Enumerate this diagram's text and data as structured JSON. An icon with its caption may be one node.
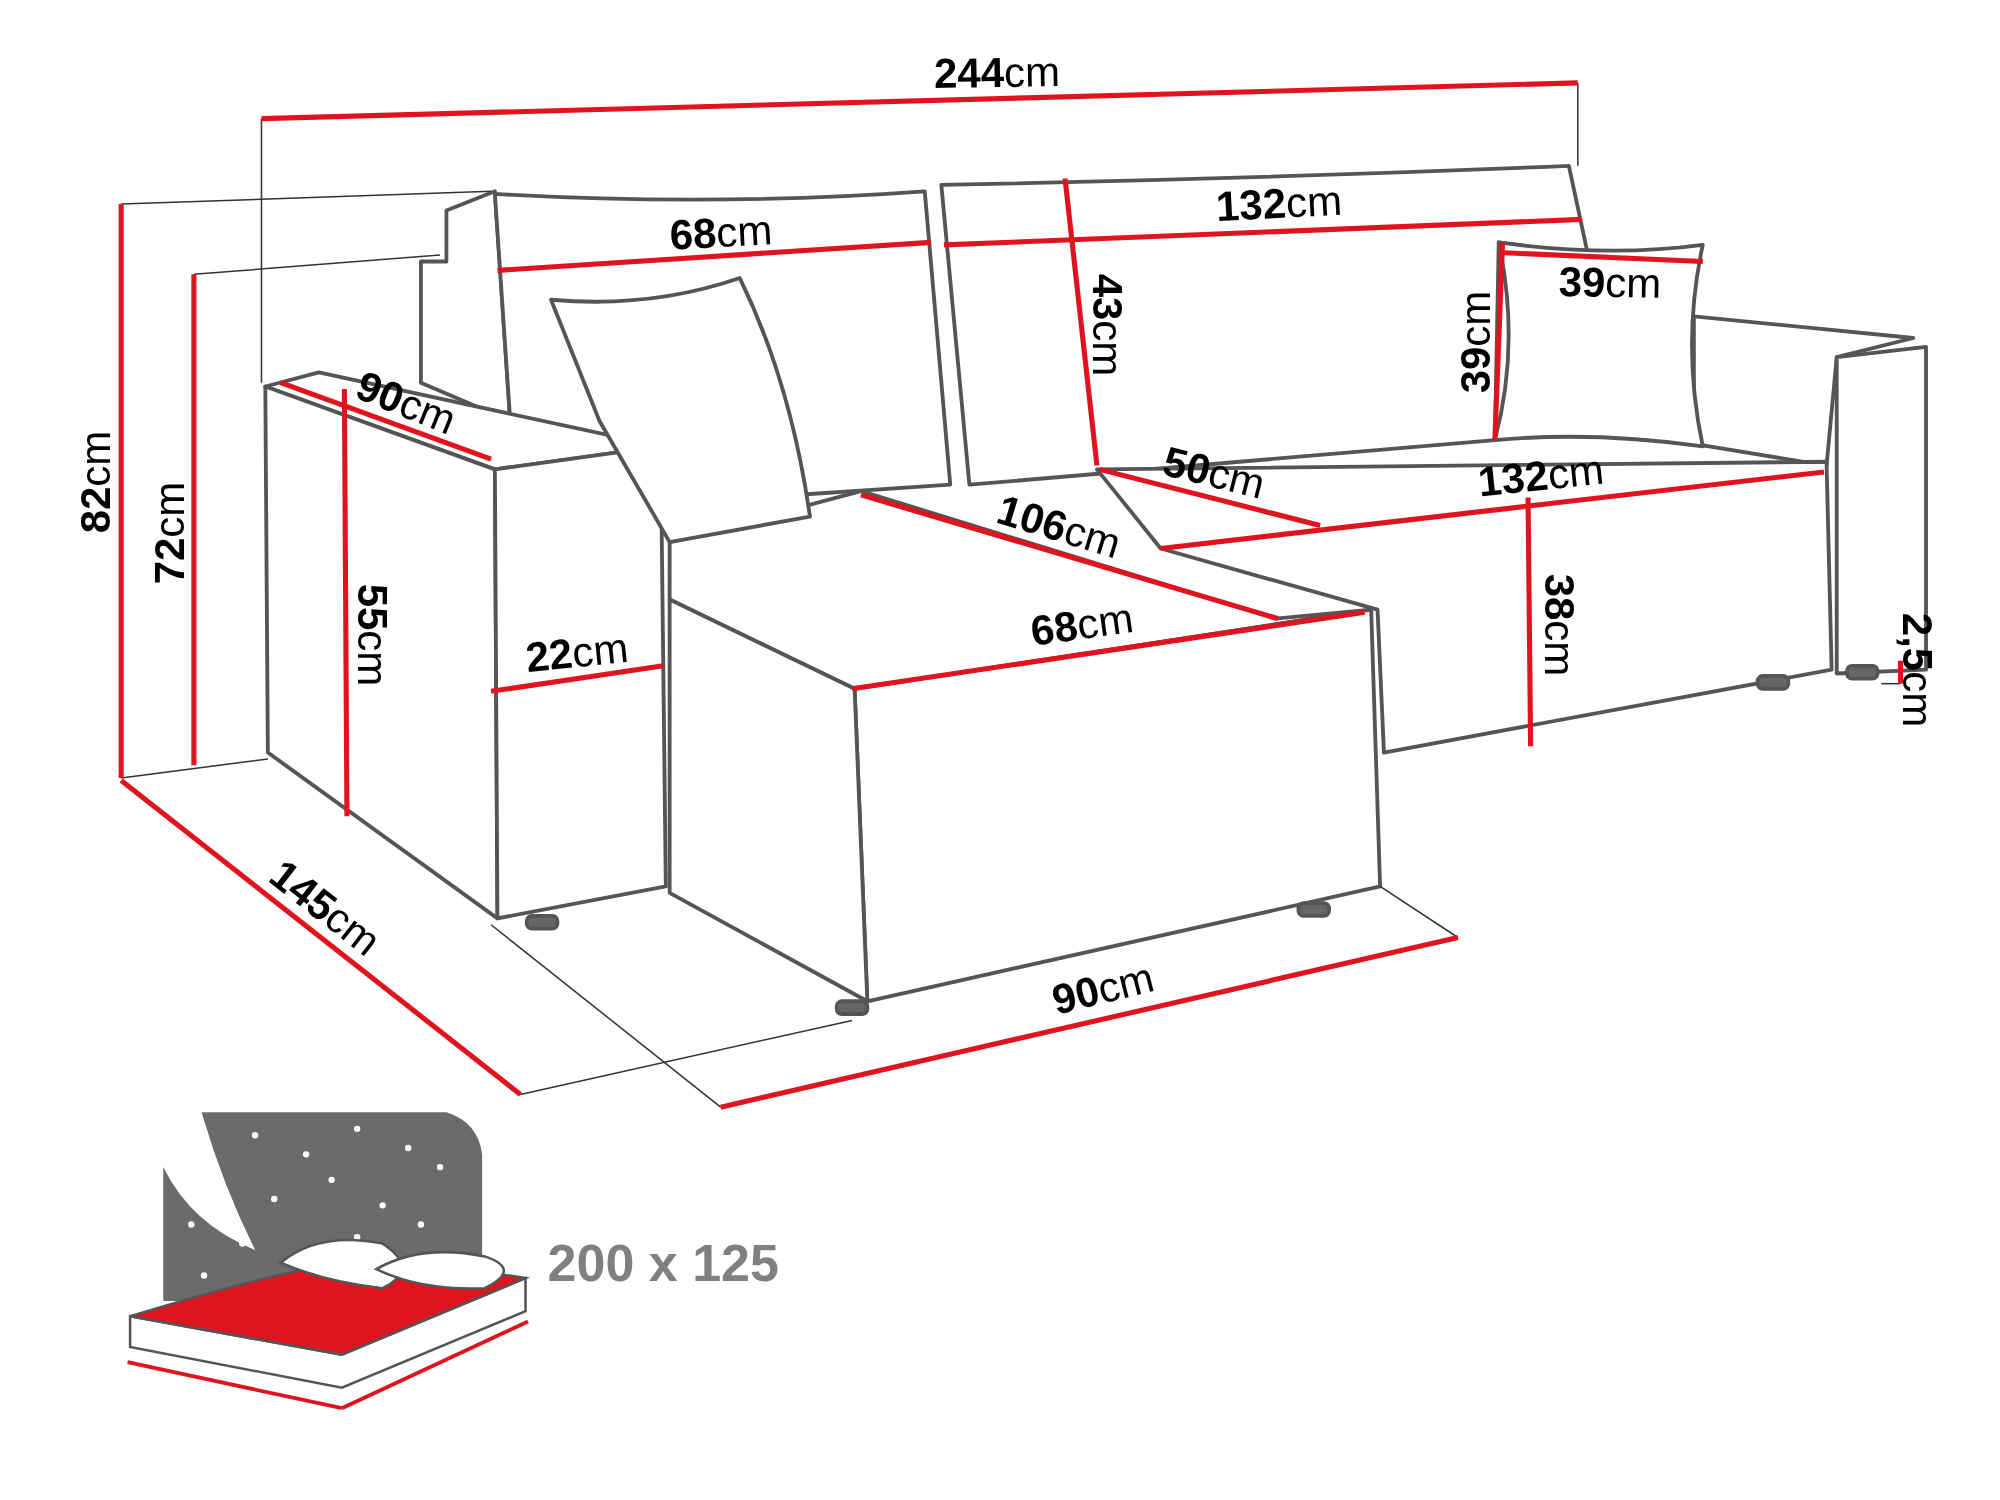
{
  "diagram": {
    "labels": [
      "**244**cm",
      "**132**cm",
      "**68**cm",
      "**43**cm",
      "**39**cm",
      "**39**cm",
      "**90**cm",
      "**82**cm",
      "**72**cm",
      "**55**cm",
      "**22**cm",
      "**50**cm",
      "**132**cm",
      "**106**cm",
      "**68**cm",
      "**38**cm",
      "**2,5**cm",
      "**145**cm",
      "**90**cm",
      "200 x 125"
    ]
  }
}
